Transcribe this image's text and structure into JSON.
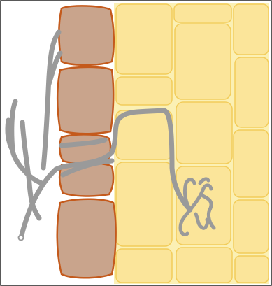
{
  "diagram": {
    "labels": [],
    "colors": {
      "background": "#ffffff",
      "frame": "#222222",
      "epidermal_cell_fill": "#c9a48c",
      "epidermal_cell_stroke": "#c45a1c",
      "cortex_tissue_fill": "#fbf0b4",
      "cortex_cell_fill": "#fbe59a",
      "cortex_cell_stroke": "#ffffff",
      "cortex_cell_outline": "#f2cc5a",
      "hypha_fill": "#9a9a9a",
      "hypha_highlight": "#b4b4b4"
    },
    "icons": [
      "plant-root-cells",
      "fungal-hypha",
      "arbuscule"
    ]
  }
}
